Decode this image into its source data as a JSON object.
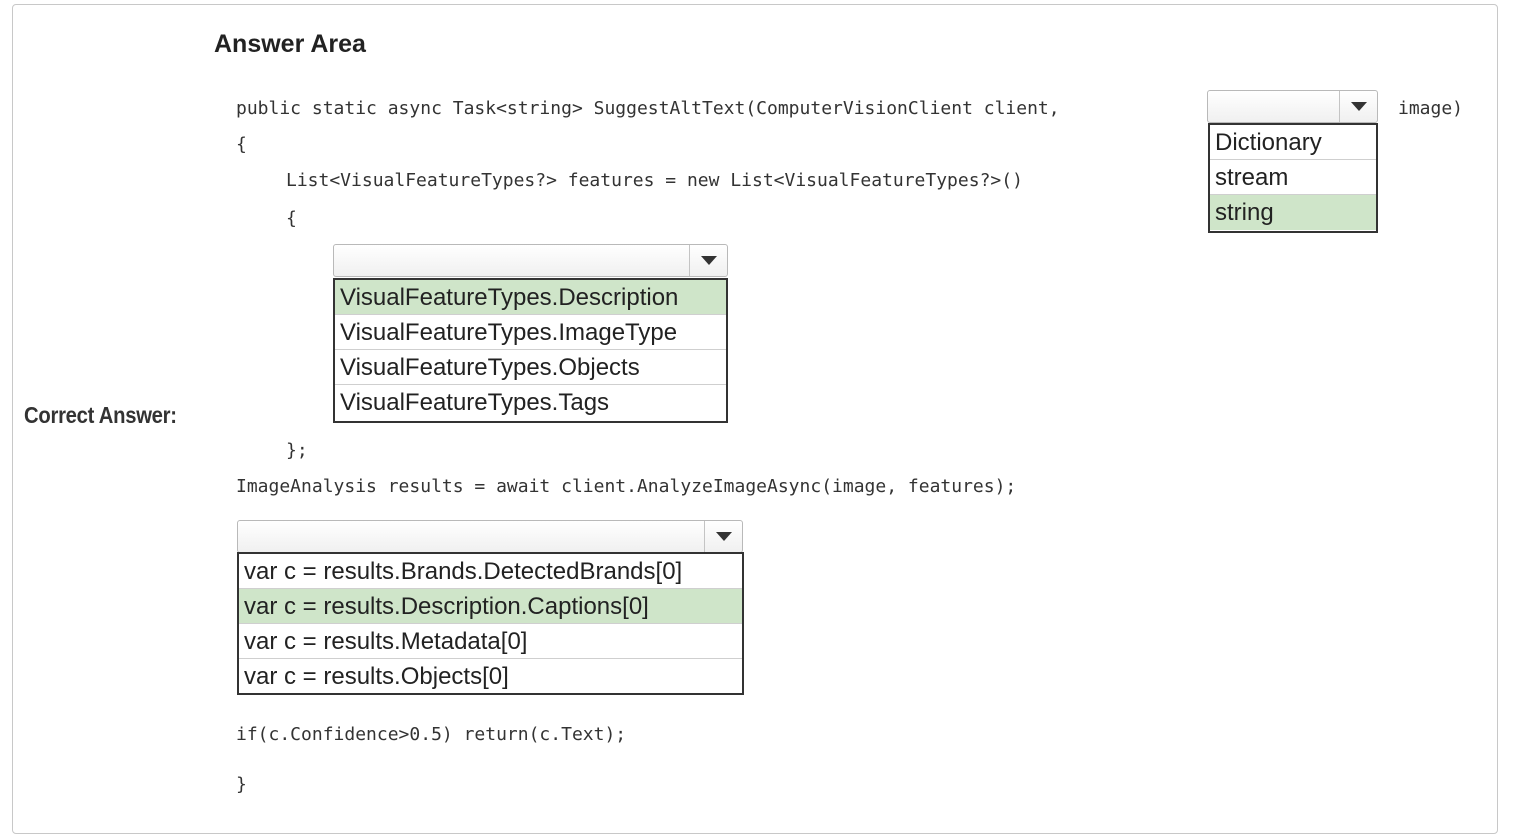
{
  "label": "Correct Answer:",
  "title": "Answer Area",
  "code": {
    "line1_left": "public static async Task<string> SuggestAltText(ComputerVisionClient client,",
    "line1_right": "image)",
    "brace_open": "{",
    "features_decl": "List<VisualFeatureTypes?> features = new List<VisualFeatureTypes?>()",
    "inner_brace_open": "{",
    "inner_brace_close": "};",
    "analyze": "ImageAnalysis results = await client.AnalyzeImageAsync(image, features);",
    "confidence": "if(c.Confidence>0.5) return(c.Text);",
    "brace_close": "}"
  },
  "dropdown_param_type": {
    "selected": "string",
    "options": [
      "Dictionary",
      "stream",
      "string"
    ]
  },
  "dropdown_features": {
    "selected": "VisualFeatureTypes.Description",
    "options": [
      "VisualFeatureTypes.Description",
      "VisualFeatureTypes.ImageType",
      "VisualFeatureTypes.Objects",
      "VisualFeatureTypes.Tags"
    ]
  },
  "dropdown_result": {
    "selected": "var c = results.Description.Captions[0]",
    "options": [
      "var c = results.Brands.DetectedBrands[0]",
      "var c = results.Description.Captions[0]",
      "var c = results.Metadata[0]",
      "var c = results.Objects[0]"
    ]
  },
  "colors": {
    "selected_bg": "#cfe5c9",
    "list_border": "#333333"
  }
}
